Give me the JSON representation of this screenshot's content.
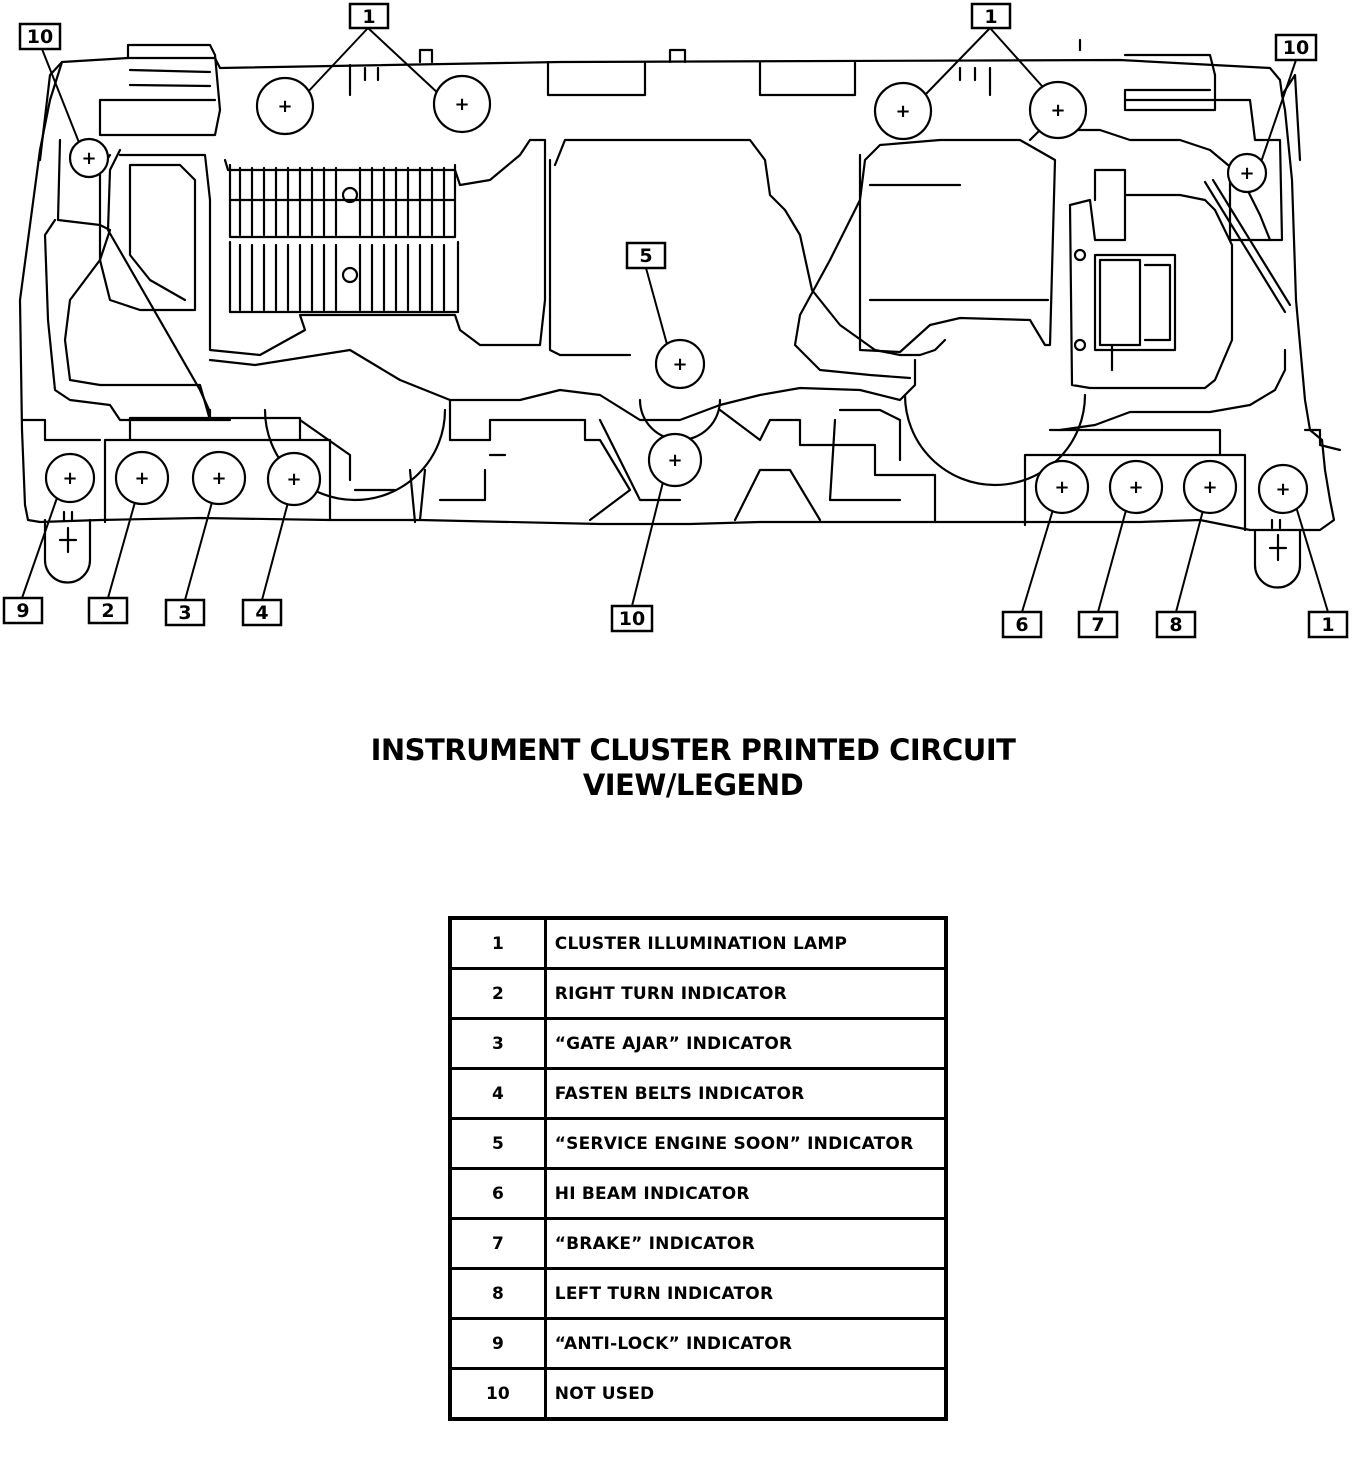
{
  "diagram": {
    "callouts": [
      "10",
      "1",
      "1",
      "10",
      "5",
      "9",
      "2",
      "3",
      "4",
      "10",
      "6",
      "7",
      "8",
      "1"
    ]
  },
  "title": {
    "line1": "INSTRUMENT CLUSTER PRINTED CIRCUIT",
    "line2": "VIEW/LEGEND"
  },
  "legend": [
    {
      "num": "1",
      "desc": "CLUSTER ILLUMINATION LAMP"
    },
    {
      "num": "2",
      "desc": "RIGHT TURN INDICATOR"
    },
    {
      "num": "3",
      "desc": "“GATE AJAR” INDICATOR"
    },
    {
      "num": "4",
      "desc": "FASTEN BELTS INDICATOR"
    },
    {
      "num": "5",
      "desc": "“SERVICE ENGINE SOON” INDICATOR"
    },
    {
      "num": "6",
      "desc": "HI BEAM INDICATOR"
    },
    {
      "num": "7",
      "desc": "“BRAKE” INDICATOR"
    },
    {
      "num": "8",
      "desc": "LEFT TURN INDICATOR"
    },
    {
      "num": "9",
      "desc": "“ANTI-LOCK” INDICATOR"
    },
    {
      "num": "10",
      "desc": "NOT USED"
    }
  ]
}
